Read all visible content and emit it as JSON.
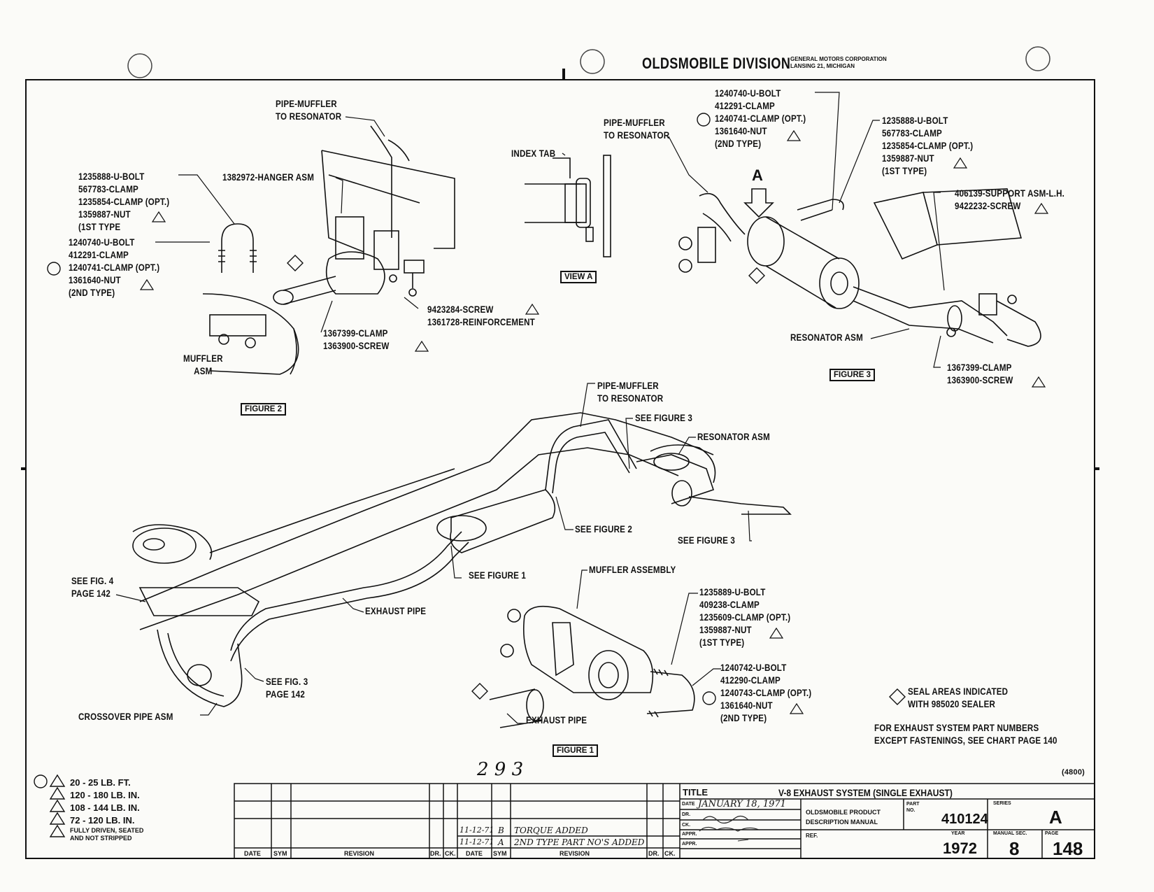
{
  "header": {
    "division": "OLDSMOBILE DIVISION",
    "corp_line1": "GENERAL MOTORS CORPORATION",
    "corp_line2": "LANSING 21, MICHIGAN"
  },
  "figure2": {
    "label": "FIGURE 2",
    "pipe_muffler": "PIPE-MUFFLER\nTO RESONATOR",
    "hanger": "1382972-HANGER ASM",
    "ubolt_1st": "1235888-U-BOLT\n567783-CLAMP\n1235854-CLAMP (OPT.)\n1359887-NUT\n(1ST TYPE",
    "ubolt_2nd": "1240740-U-BOLT\n412291-CLAMP\n1240741-CLAMP (OPT.)\n1361640-NUT\n(2ND TYPE)",
    "screw": "9423284-SCREW\n1361728-REINFORCEMENT",
    "clamp": "1367399-CLAMP\n1363900-SCREW",
    "muffler": "MUFFLER\nASM"
  },
  "viewA": {
    "label": "VIEW A",
    "index_tab": "INDEX TAB"
  },
  "figure3": {
    "label": "FIGURE 3",
    "pipe_muffler": "PIPE-MUFFLER\nTO RESONATOR",
    "ubolt_2nd": "1240740-U-BOLT\n412291-CLAMP\n1240741-CLAMP (OPT.)\n1361640-NUT\n(2ND TYPE)",
    "ubolt_1st": "1235888-U-BOLT\n567783-CLAMP\n1235854-CLAMP (OPT.)\n1359887-NUT\n(1ST TYPE)",
    "support": "406139-SUPPORT ASM-L.H.\n9422232-SCREW",
    "resonator": "RESONATOR ASM",
    "clamp": "1367399-CLAMP\n1363900-SCREW",
    "arrow": "A"
  },
  "main_view": {
    "pipe_muffler": "PIPE-MUFFLER\nTO RESONATOR",
    "see_figure3_a": "SEE FIGURE 3",
    "resonator": "RESONATOR ASM",
    "see_figure2": "SEE FIGURE 2",
    "see_figure3_b": "SEE FIGURE 3",
    "muffler_assembly": "MUFFLER ASSEMBLY",
    "see_figure1": "SEE FIGURE 1",
    "exhaust_pipe": "EXHAUST PIPE",
    "see_fig4": "SEE FIG. 4\nPAGE 142",
    "see_fig3": "SEE FIG. 3\nPAGE 142",
    "crossover": "CROSSOVER PIPE ASM"
  },
  "figure1": {
    "label": "FIGURE 1",
    "ubolt_1st": "1235889-U-BOLT\n409238-CLAMP\n1235609-CLAMP (OPT.)\n1359887-NUT\n(1ST TYPE)",
    "ubolt_2nd": "1240742-U-BOLT\n412290-CLAMP\n1240743-CLAMP (OPT.)\n1361640-NUT\n(2ND TYPE)",
    "exhaust_pipe": "EXHAUST PIPE"
  },
  "notes": {
    "seal": "SEAL AREAS INDICATED\nWITH 985020 SEALER",
    "part_numbers": "FOR EXHAUST SYSTEM PART NUMBERS\nEXCEPT FASTENINGS, SEE CHART PAGE 140",
    "code": "(4800)",
    "page_number": "2 9 3"
  },
  "torque_legend": {
    "items": [
      "20 - 25 LB. FT.",
      "120 - 180 LB. IN.",
      "108 - 144 LB. IN.",
      "72 - 120 LB. IN.",
      "FULLY DRIVEN, SEATED\nAND NOT STRIPPED"
    ]
  },
  "revision_table": {
    "headers": [
      "DATE",
      "SYM",
      "REVISION",
      "DR.",
      "CK.",
      "DATE",
      "SYM",
      "REVISION",
      "DR.",
      "CK."
    ],
    "rows": [
      {
        "date": "11-12-71",
        "sym": "B",
        "revision": "TORQUE ADDED"
      },
      {
        "date": "11-12-71",
        "sym": "A",
        "revision": "2ND TYPE PART NO'S ADDED"
      }
    ]
  },
  "title_block": {
    "title_label": "TITLE",
    "title": "V-8 EXHAUST SYSTEM (SINGLE EXHAUST)",
    "date_label": "DATE",
    "date": "JANUARY 18, 1971",
    "dr_label": "DR.",
    "ck_label": "CK.",
    "appr_label": "APPR.",
    "manual_line1": "OLDSMOBILE PRODUCT",
    "manual_line2": "DESCRIPTION MANUAL",
    "ref_label": "REF.",
    "part_label": "PART\nNO.",
    "part_no": "410124",
    "series_label": "SERIES",
    "series": "A",
    "year_label": "YEAR",
    "year": "1972",
    "manual_sec_label": "MANUAL SEC.",
    "manual_sec": "8",
    "page_label": "PAGE",
    "page": "148"
  }
}
